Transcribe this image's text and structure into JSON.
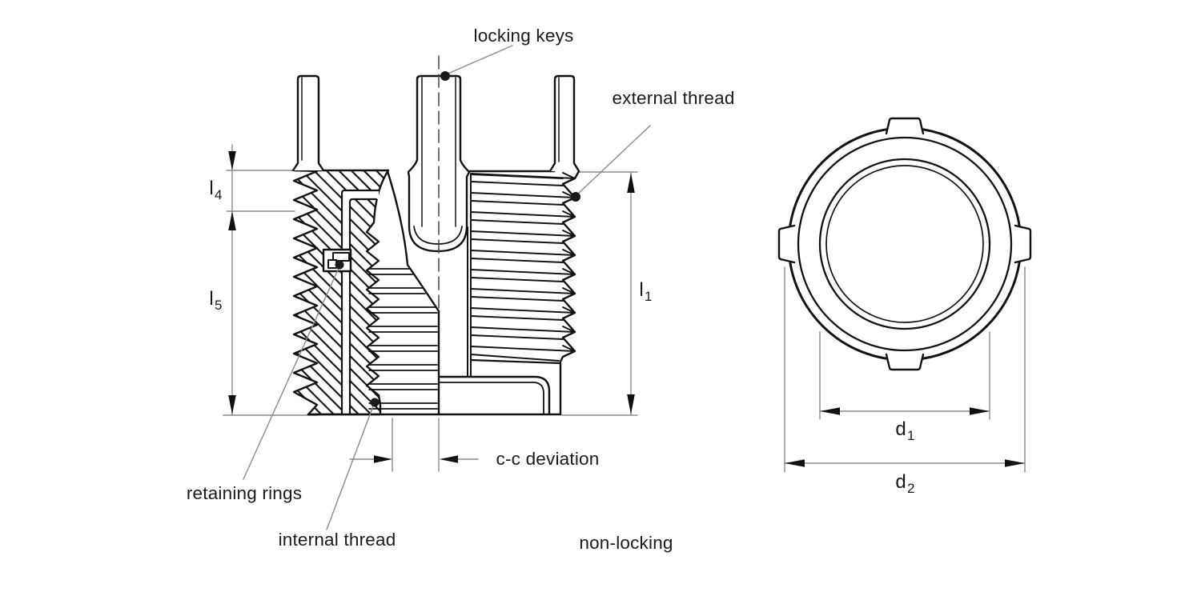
{
  "drawing": {
    "title": "key-locking threaded insert drawing",
    "views": {
      "side_section_view": "half section view",
      "top_view": "plan view"
    }
  },
  "colors": {
    "background": "#ffffff",
    "main_line": "#111111",
    "thin_line": "#8a8a8a",
    "text": "#1a1a1a",
    "arrow": "#111111"
  },
  "callouts": {
    "locking_keys": "locking keys",
    "external_thread": "external thread",
    "retaining_rings": "retaining rings",
    "internal_thread": "internal thread",
    "cc_deviation": "c-c deviation",
    "non_locking": "non-locking"
  },
  "dimensions": {
    "l1": {
      "base": "l",
      "sub": "1"
    },
    "l4": {
      "base": "l",
      "sub": "4"
    },
    "l5": {
      "base": "l",
      "sub": "5"
    },
    "d1": {
      "base": "d",
      "sub": "1"
    },
    "d2": {
      "base": "d",
      "sub": "2"
    }
  }
}
